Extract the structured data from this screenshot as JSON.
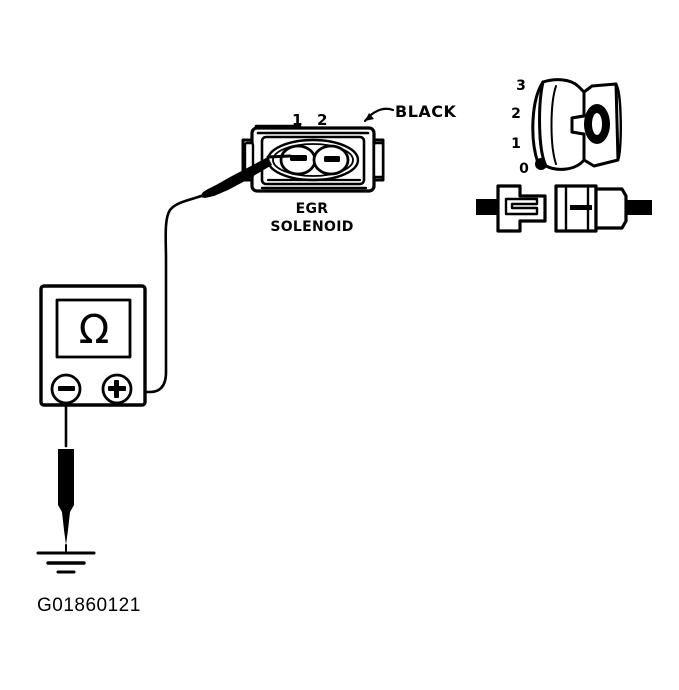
{
  "figure": {
    "caption": "G01860121",
    "background_color": "#ffffff",
    "ink_color": "#000000"
  },
  "meter": {
    "name": "multimeter",
    "display_symbol": "Ω",
    "display_meaning": "ohms-resistance",
    "terminals": [
      {
        "id": "negative",
        "symbol": "−"
      },
      {
        "id": "positive",
        "symbol": "+"
      }
    ]
  },
  "ground": {
    "name": "chassis-ground",
    "symbol": "ground-symbol"
  },
  "probes": [
    {
      "id": "positive-probe",
      "connected_to": "egr-solenoid-pin-1"
    },
    {
      "id": "negative-probe",
      "connected_to": "chassis-ground"
    }
  ],
  "solenoid": {
    "label_line1": "EGR",
    "label_line2": "SOLENOID",
    "pins": [
      {
        "number": "1"
      },
      {
        "number": "2"
      }
    ],
    "callout": {
      "text": "BLACK",
      "points_to": "connector-housing"
    }
  },
  "connector_detail": {
    "name": "connector-detail-view",
    "scale_labels": [
      "3",
      "2",
      "1",
      "0"
    ]
  }
}
